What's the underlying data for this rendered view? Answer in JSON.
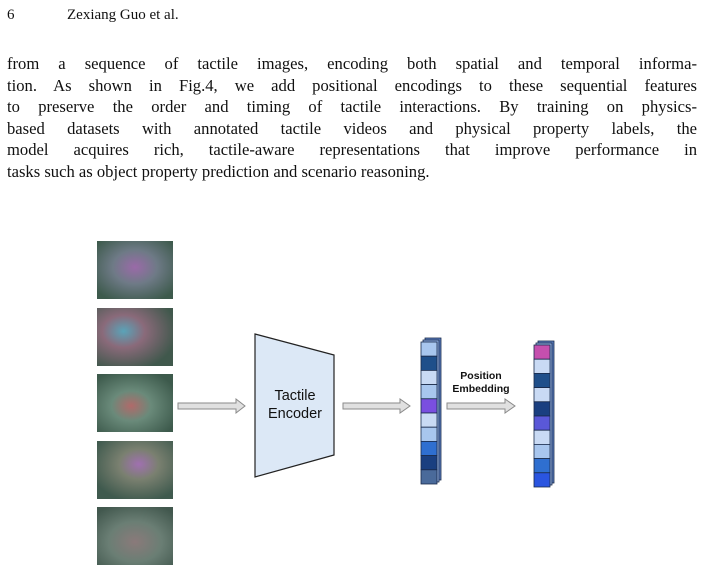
{
  "header": {
    "page_number": "6",
    "running_author": "Zexiang Guo et al."
  },
  "body": {
    "lines": [
      "from a sequence of tactile images, encoding both spatial and temporal informa-",
      "tion. As shown in Fig.4, we add positional encodings to these sequential features",
      "to preserve the order and timing of tactile interactions. By training on physics-",
      "based datasets with annotated tactile videos and physical property labels, the",
      "model acquires rich, tactile-aware representations that improve performance in",
      "tasks such as object property prediction and scenario reasoning."
    ]
  },
  "figure": {
    "encoder_label_line1": "Tactile",
    "encoder_label_line2": "Encoder",
    "position_label_line1": "Position",
    "position_label_line2": "Embedding",
    "colors": {
      "encoder_fill": "#dce8f6",
      "arrow_fill": "#e0e0e0",
      "arrow_stroke": "#8a8a8a"
    },
    "feature_colors": [
      "#a8c6ee",
      "#1f4f8a",
      "#c9daf4",
      "#a8c6ee",
      "#7a4fe0",
      "#c9daf4",
      "#a8c6ee",
      "#2f6fd0",
      "#1a3f80",
      "#4a6a9a"
    ],
    "embedding_colors": [
      "#c54fae",
      "#c9daf4",
      "#1f4f8a",
      "#c9daf4",
      "#1a3f80",
      "#5a58d8",
      "#c9daf4",
      "#a8c6ee",
      "#2f6fd0",
      "#2a55e0"
    ]
  }
}
